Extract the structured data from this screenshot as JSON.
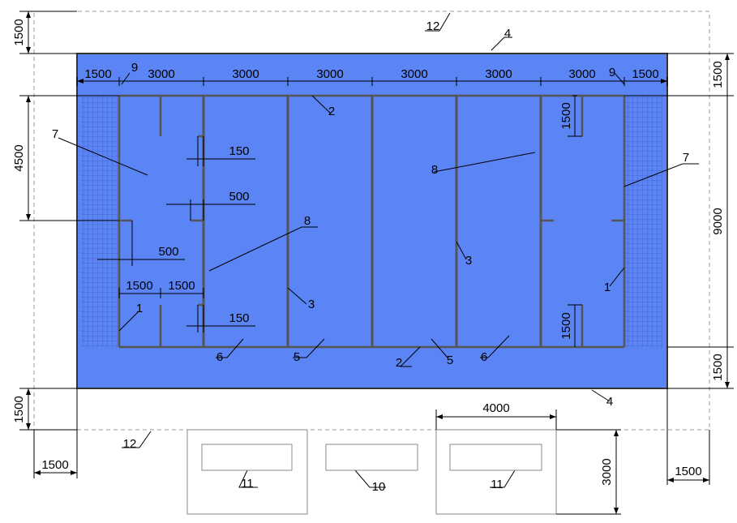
{
  "colors": {
    "pool_fill": "#5b84f5",
    "wall_line": "#555555",
    "outline": "#333333",
    "dim_line": "#000000",
    "dashed_line": "#999999",
    "annex_line": "#888888",
    "grid_line": "#3f5fc8"
  },
  "dims": {
    "top_row": [
      "1500",
      "3000",
      "3000",
      "3000",
      "3000",
      "3000",
      "3000",
      "1500"
    ],
    "left_top": "1500",
    "left_mid": "4500",
    "left_bottom": "1500",
    "bottom_left": "1500",
    "right_top": "1500",
    "right_mid": "9000",
    "right_bottom": "1500",
    "bottom_right": "1500",
    "d150_top": "150",
    "d500_top": "500",
    "d500_mid": "500",
    "d1500_a": "1500",
    "d1500_b": "1500",
    "d150_bottom": "150",
    "right_1500_top": "1500",
    "right_1500_bottom": "1500",
    "annex_width": "4000",
    "annex_height": "3000"
  },
  "labels": {
    "l1_left": "1",
    "l1_right": "1",
    "l2_top": "2",
    "l2_bottom": "2",
    "l3_left": "3",
    "l3_right": "3",
    "l4_top": "4",
    "l4_bottom": "4",
    "l5_a": "5",
    "l5_b": "5",
    "l6_a": "6",
    "l6_b": "6",
    "l7_left": "7",
    "l7_right": "7",
    "l8_left": "8",
    "l8_right": "8",
    "l9_left": "9",
    "l9_right": "9",
    "l10": "10",
    "l11_left": "11",
    "l11_right": "11",
    "l12_top": "12",
    "l12_bottom": "12"
  }
}
